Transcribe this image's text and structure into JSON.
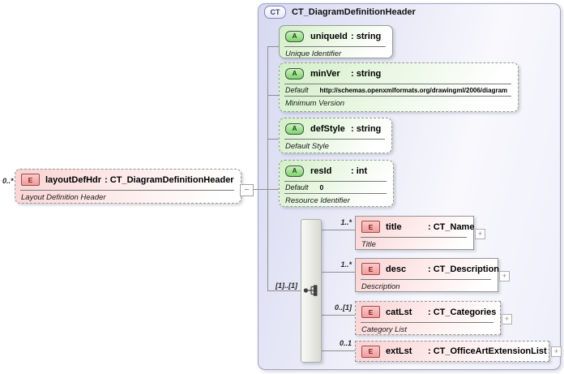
{
  "ui": {
    "collapse_glyph": "−",
    "expand_glyph": "+"
  },
  "colors": {
    "container_fill": "#d7d9f2",
    "container_border": "#a1a5c2",
    "attribute_fill": "#d2efc7",
    "attribute_badge": "#7dd46d",
    "element_fill": "#fad2d2",
    "element_badge": "#f09c9c",
    "connector": "#8f8f8f"
  },
  "root_element": {
    "cardinality": "0..*",
    "badge": "E",
    "name": "layoutDefHdr",
    "type": ": CT_DiagramDefinitionHeader",
    "annotation": "Layout Definition Header"
  },
  "complex_type": {
    "badge": "CT",
    "title": "CT_DiagramDefinitionHeader",
    "attributes": [
      {
        "badge": "A",
        "name": "uniqueId",
        "type": ": string",
        "annotation": "Unique Identifier"
      },
      {
        "badge": "A",
        "name": "minVer",
        "type": ": string",
        "default_label": "Default",
        "default_value": "http://schemas.openxmlformats.org/drawingml/2006/diagram",
        "annotation": "Minimum Version"
      },
      {
        "badge": "A",
        "name": "defStyle",
        "type": ": string",
        "annotation": "Default Style"
      },
      {
        "badge": "A",
        "name": "resId",
        "type": ": int",
        "default_label": "Default",
        "default_value": "0",
        "annotation": "Resource Identifier"
      }
    ],
    "sequence": {
      "cardinality": "[1]..[1]"
    },
    "children": [
      {
        "cardinality": "1..*",
        "badge": "E",
        "name": "title",
        "type": ": CT_Name",
        "annotation": "Title"
      },
      {
        "cardinality": "1..*",
        "badge": "E",
        "name": "desc",
        "type": ": CT_Description",
        "annotation": "Description"
      },
      {
        "cardinality": "0..[1]",
        "badge": "E",
        "name": "catLst",
        "type": ": CT_Categories",
        "annotation": "Category List"
      },
      {
        "cardinality": "0..1",
        "badge": "E",
        "name": "extLst",
        "type": ": CT_OfficeArtExtensionList"
      }
    ]
  }
}
